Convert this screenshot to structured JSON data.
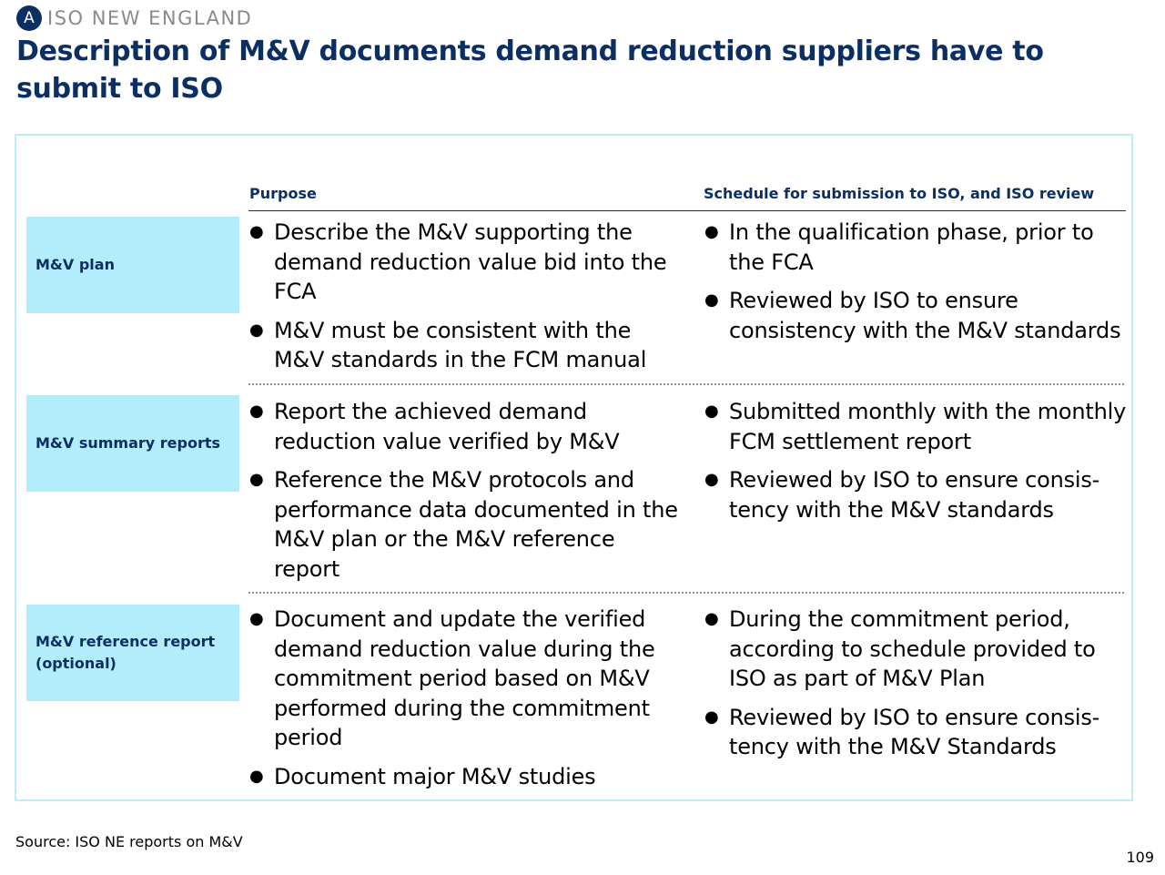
{
  "header": {
    "badge": "A",
    "section": "ISO NEW ENGLAND",
    "title": "Description of M&V documents demand reduction suppliers have to submit to ISO"
  },
  "table": {
    "columns": [
      "Purpose",
      "Schedule for submission to ISO, and ISO review"
    ],
    "rows": [
      {
        "label": "M&V plan",
        "purpose": [
          "Describe the M&V supporting the demand reduction value bid into the FCA",
          "M&V must be consistent with the M&V standards in the FCM manual"
        ],
        "schedule": [
          "In the qualification phase, prior to the FCA",
          "Reviewed by ISO to ensure consistency with the M&V standards"
        ]
      },
      {
        "label": "M&V summary reports",
        "purpose": [
          "Report the achieved demand reduction value verified by M&V",
          "Reference the M&V protocols and performance data documented in the M&V plan or the M&V reference report"
        ],
        "schedule": [
          "Submitted monthly with the monthly FCM settlement report",
          "Reviewed by ISO to ensure consis-tency with the M&V standards"
        ]
      },
      {
        "label": "M&V reference report (optional)",
        "purpose": [
          "Document and update the verified demand reduction value during the commitment period based on M&V performed during the commitment period",
          "Document major M&V studies"
        ],
        "schedule": [
          "During the commitment period, according to schedule provided to ISO as part of M&V Plan",
          "Reviewed by ISO to ensure consis-tency with the M&V Standards"
        ]
      }
    ]
  },
  "footer": {
    "source": "Source: ISO NE reports on M&V",
    "page": "109"
  },
  "colors": {
    "brand_navy": "#0b2f63",
    "label_fill": "#b3ecfb",
    "frame_border": "#bdeefa"
  }
}
